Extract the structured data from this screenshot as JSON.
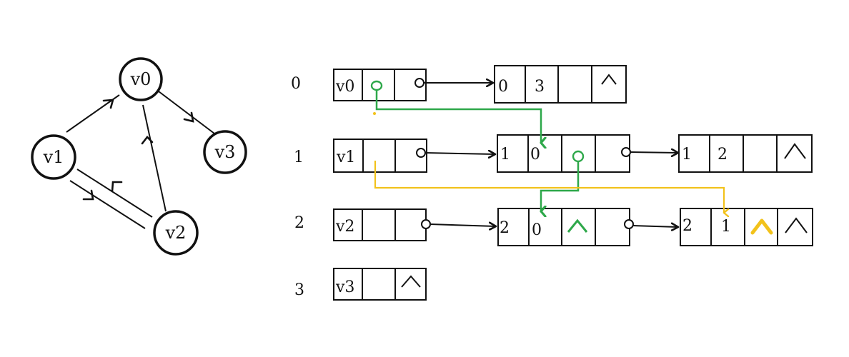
{
  "graph": {
    "vertices": [
      "v0",
      "v1",
      "v2",
      "v3"
    ]
  },
  "list": {
    "rows": [
      {
        "index": "0",
        "head": "v0",
        "arcs": [
          {
            "tail": "0",
            "head": "3",
            "hlink": "",
            "tlink": "^"
          }
        ]
      },
      {
        "index": "1",
        "head": "v1",
        "arcs": [
          {
            "tail": "1",
            "head": "0",
            "hlink": "",
            "tlink": ""
          },
          {
            "tail": "1",
            "head": "2",
            "hlink": "",
            "tlink": "^"
          }
        ]
      },
      {
        "index": "2",
        "head": "v2",
        "arcs": [
          {
            "tail": "2",
            "head": "0",
            "hlink": "^",
            "tlink": ""
          },
          {
            "tail": "2",
            "head": "1",
            "hlink": "^",
            "tlink": "^"
          }
        ]
      },
      {
        "index": "3",
        "head": "v3",
        "firstout": "^"
      }
    ]
  },
  "colors": {
    "stroke": "#111111",
    "green": "#2ea84a",
    "yellow": "#f2c21b"
  }
}
